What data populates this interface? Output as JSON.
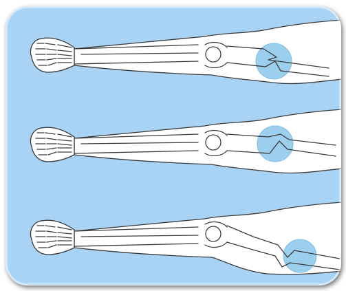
{
  "figure": {
    "panel_color": "#a9d3f4",
    "limb_fill": "#ffffff",
    "outline_color": "#3a3a3a",
    "highlight_color": "#9ccfee",
    "rows": [
      {
        "id": "row-1"
      },
      {
        "id": "row-2"
      },
      {
        "id": "row-3"
      }
    ]
  }
}
